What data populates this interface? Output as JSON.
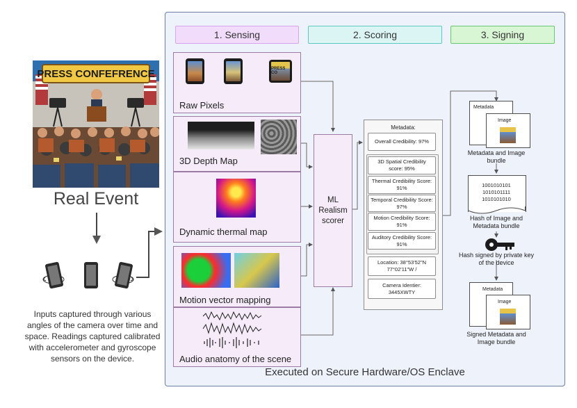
{
  "enclave": {
    "footer": "Executed on Secure Hardware/OS Enclave"
  },
  "stages": [
    "1. Sensing",
    "2. Scoring",
    "3. Signing"
  ],
  "real_event": {
    "title": "Real Event",
    "banner": "PRESS CONFEFRENCE",
    "caption": "Inputs captured through various angles of the camera over time and space. Readings captured calibrated with accelerometer and gyroscope sensors on the device."
  },
  "sensing_panels": [
    {
      "label": "Raw Pixels",
      "phone_banner": "PRESS CO"
    },
    {
      "label": "3D Depth Map"
    },
    {
      "label": "Dynamic thermal map"
    },
    {
      "label": "Motion vector mapping"
    },
    {
      "label": "Audio anatomy of the scene"
    }
  ],
  "scorer": {
    "label": "ML Realism scorer"
  },
  "metadata": {
    "title": "Metadata:",
    "overall": "Overall Credibility: 97%",
    "scores": [
      "3D Spatial Credibility score: 95%",
      "Thermal Credibility Score: 91%",
      "Temporal Credibility Score: 97%",
      "Motion Credibility Score: 91%",
      "Auditory Credibility Score: 91%"
    ],
    "location": "Location:  38°53'52\"N 77°02'11\"W /",
    "camera": "Camera Identier: 3445XWTY"
  },
  "signing": {
    "bundle_meta_label": "Metadata",
    "bundle_image_label": "Image",
    "bundle_caption": "Metadata and Image bundle",
    "hash_lines": [
      "1001010101",
      "1010101111",
      "1010101010"
    ],
    "hash_caption": "Hash of Image and Metadata bundle",
    "key_caption": "Hash signed by private key of the device",
    "signed_meta_label": "Metadata",
    "signed_image_label": "Image",
    "signed_caption": "Signed Metadata and Image bundle"
  },
  "colors": {
    "sensing": "#f2dcfb",
    "scoring": "#daf5f3",
    "signing": "#d9f6d4",
    "enclave": "#eef3fb",
    "panel": "#f6ecf9"
  }
}
